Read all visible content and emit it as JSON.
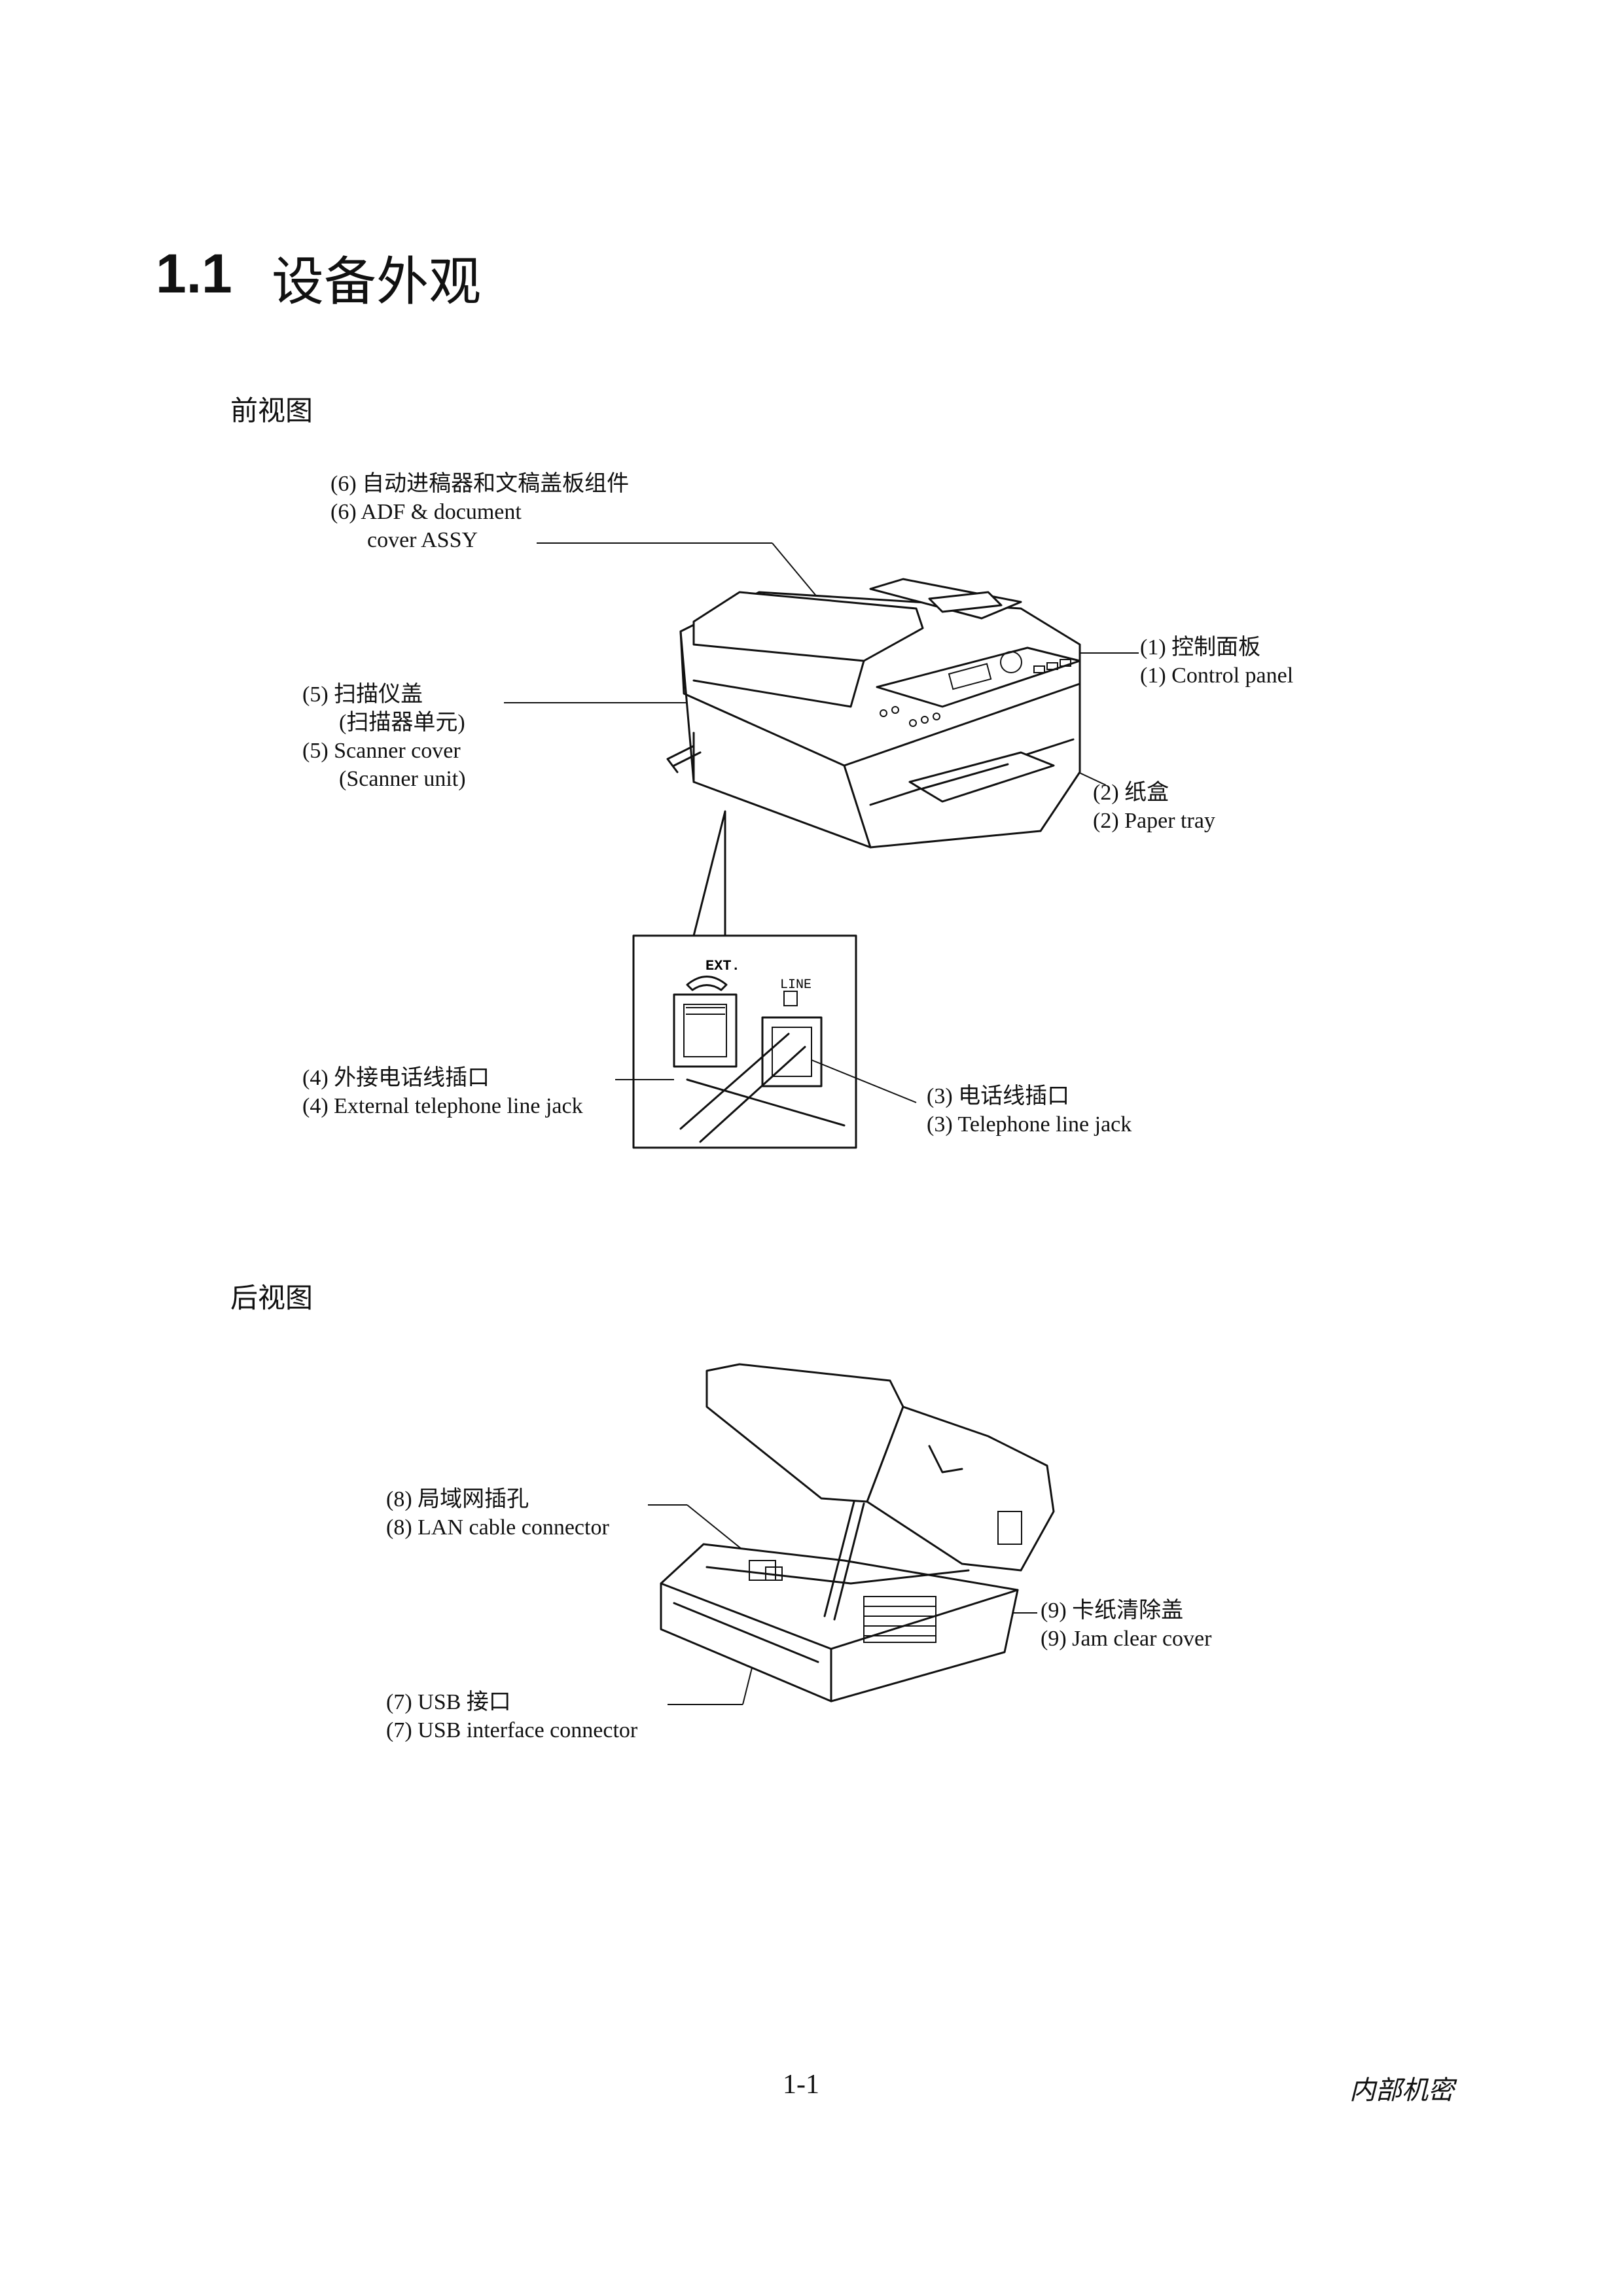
{
  "heading": {
    "number": "1.1",
    "title": "设备外观"
  },
  "front_view": {
    "title": "前视图",
    "labels": {
      "adf_cn": "(6) 自动进稿器和文稿盖板组件",
      "adf_en1": "(6) ADF & document",
      "adf_en2": "cover ASSY",
      "control_cn": "(1) 控制面板",
      "control_en": "(1) Control panel",
      "scanner_cn1": "(5) 扫描仪盖",
      "scanner_cn2": "(扫描器单元)",
      "scanner_en1": "(5) Scanner cover",
      "scanner_en2": "(Scanner unit)",
      "tray_cn": "(2) 纸盒",
      "tray_en": "(2) Paper tray",
      "ext_cn": "(4) 外接电话线插口",
      "ext_en": "(4) External telephone line jack",
      "line_cn": "(3) 电话线插口",
      "line_en": "(3) Telephone line jack"
    },
    "inset": {
      "ext_text": "EXT.",
      "line_text": "LINE"
    }
  },
  "rear_view": {
    "title": "后视图",
    "labels": {
      "lan_cn": "(8) 局域网插孔",
      "lan_en": "(8) LAN cable connector",
      "jam_cn": "(9) 卡纸清除盖",
      "jam_en": "(9) Jam clear cover",
      "usb_cn": "(7) USB 接口",
      "usb_en": "(7) USB interface connector"
    }
  },
  "footer": {
    "page": "1-1",
    "confidential": "内部机密"
  }
}
